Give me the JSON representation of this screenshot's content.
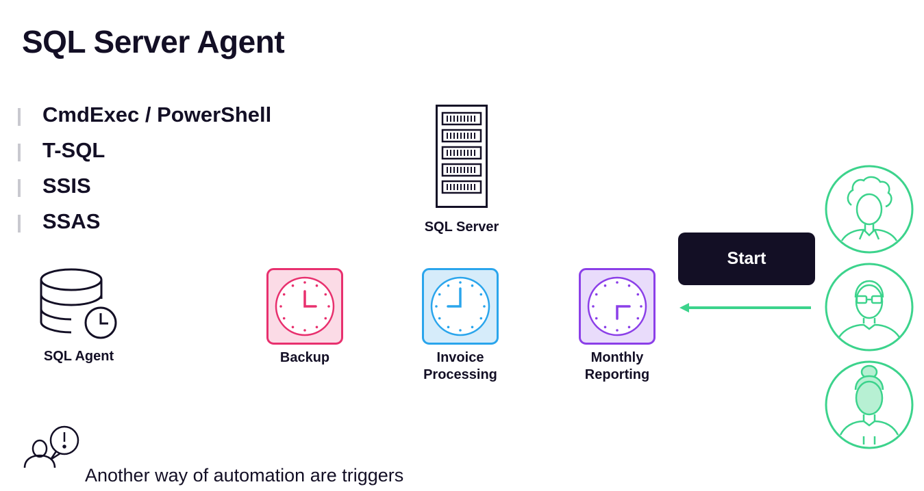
{
  "slide": {
    "title": "SQL Server Agent",
    "bullets": [
      "CmdExec / PowerShell",
      "T-SQL",
      "SSIS",
      "SSAS"
    ],
    "server_label": "SQL Server",
    "agent_label": "SQL Agent",
    "jobs": [
      {
        "label_lines": [
          "Backup"
        ],
        "color": "#e8306e",
        "fill": "#fbdbe6"
      },
      {
        "label_lines": [
          "Invoice",
          "Processing"
        ],
        "color": "#2aa5ec",
        "fill": "#d6ecfa"
      },
      {
        "label_lines": [
          "Monthly",
          "Reporting"
        ],
        "color": "#8b3fe8",
        "fill": "#e9dcfb"
      }
    ],
    "start_button": "Start",
    "arrow_color": "#3cd38c",
    "people_icons": [
      "woman-curly-hair-icon",
      "man-glasses-icon",
      "woman-ponytail-icon"
    ],
    "note": "Another way of automation are triggers",
    "note_icon": "person-alert-icon"
  }
}
